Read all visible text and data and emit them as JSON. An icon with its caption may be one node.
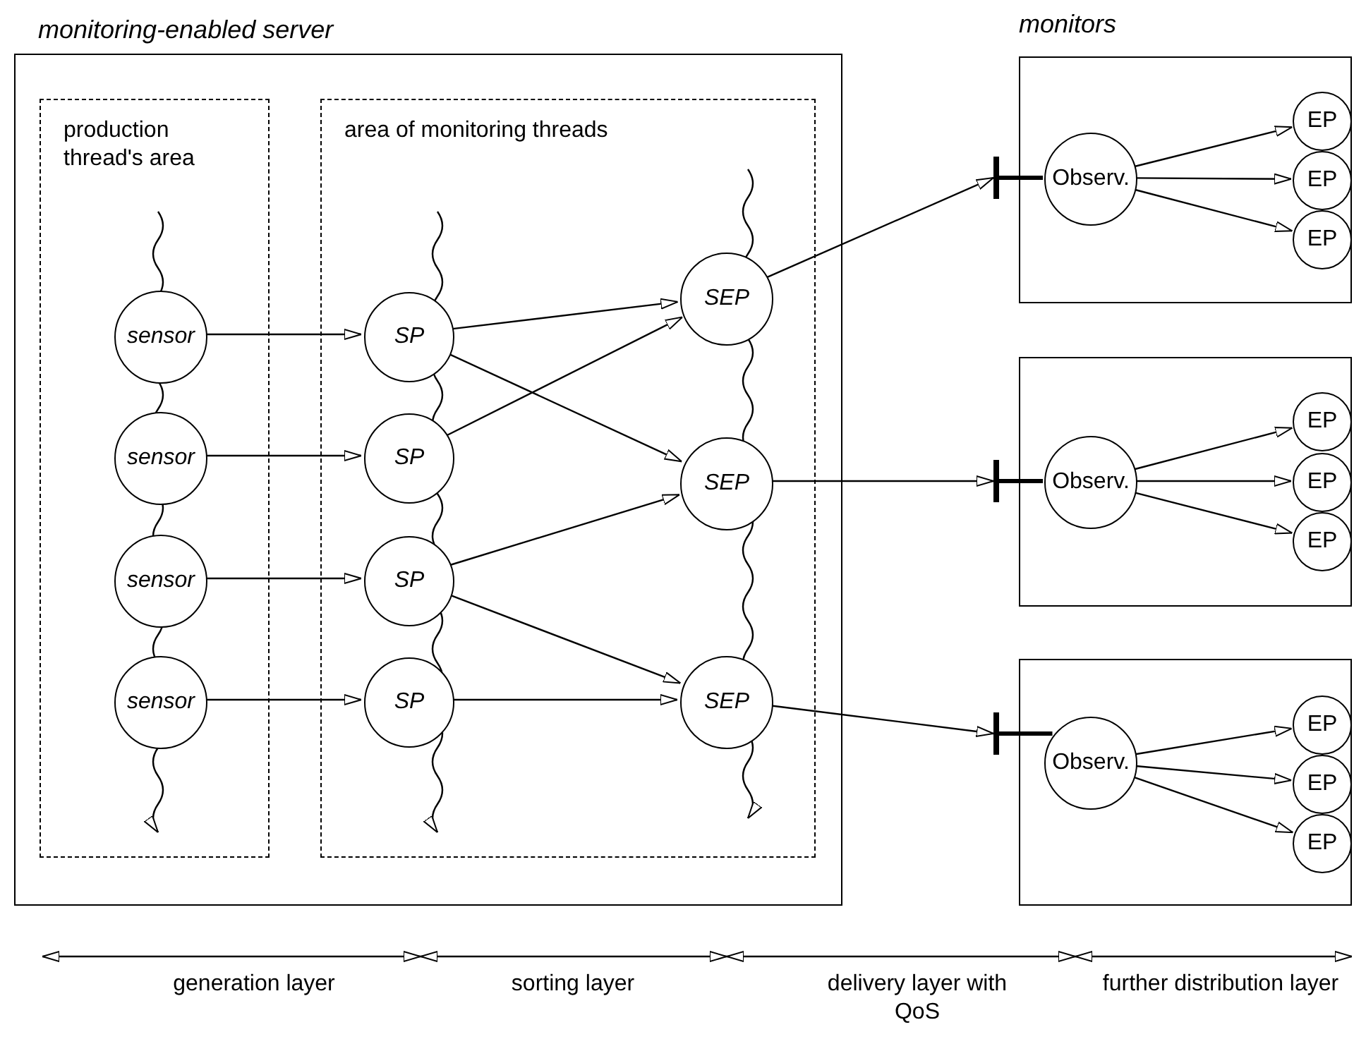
{
  "diagram": {
    "nodes": [
      {
        "text": [
          "monitoring-enabled server"
        ]
      },
      {
        "text": [
          "production thread's area"
        ],
        "in": 0
      },
      {
        "text": [
          "area of monitoring threads"
        ],
        "in": 0
      },
      {
        "text": [
          "sensor"
        ],
        "in": 1
      },
      {
        "text": [
          "sensor"
        ],
        "in": 1
      },
      {
        "text": [
          "sensor"
        ],
        "in": 1
      },
      {
        "text": [
          "sensor"
        ],
        "in": 1
      },
      {
        "text": [
          "SP"
        ],
        "in": 2
      },
      {
        "text": [
          "SP"
        ],
        "in": 2
      },
      {
        "text": [
          "SP"
        ],
        "in": 2
      },
      {
        "text": [
          "SP"
        ],
        "in": 2
      },
      {
        "text": [
          "SEP"
        ],
        "in": 2
      },
      {
        "text": [
          "SEP"
        ],
        "in": 2
      },
      {
        "text": [
          "SEP"
        ],
        "in": 2
      },
      {
        "text": [],
        "shape": "bar"
      },
      {
        "text": [],
        "shape": "box"
      },
      {
        "text": [
          "Observ."
        ],
        "in": 15
      },
      {
        "text": [
          "EP"
        ],
        "in": 15
      },
      {
        "text": [
          "EP"
        ],
        "in": 15
      },
      {
        "text": [
          "EP"
        ],
        "in": 15
      },
      {
        "text": [],
        "shape": "bar"
      },
      {
        "text": [],
        "shape": "box"
      },
      {
        "text": [
          "Observ."
        ],
        "in": 21
      },
      {
        "text": [
          "EP"
        ],
        "in": 21
      },
      {
        "text": [
          "EP"
        ],
        "in": 21
      },
      {
        "text": [
          "EP"
        ],
        "in": 21
      },
      {
        "text": [],
        "shape": "bar"
      },
      {
        "text": [],
        "shape": "box"
      },
      {
        "text": [
          "Observ."
        ],
        "in": 27
      },
      {
        "text": [
          "EP"
        ],
        "in": 27
      },
      {
        "text": [
          "EP"
        ],
        "in": 27
      },
      {
        "text": [
          "EP"
        ],
        "in": 27
      }
    ],
    "edges": [
      {
        "from": 3,
        "to": 7,
        "arrow": "to"
      },
      {
        "from": 4,
        "to": 8,
        "arrow": "to"
      },
      {
        "from": 5,
        "to": 9,
        "arrow": "to"
      },
      {
        "from": 6,
        "to": 10,
        "arrow": "to"
      },
      {
        "from": 7,
        "to": 11,
        "arrow": "to"
      },
      {
        "from": 7,
        "to": 12,
        "arrow": "to"
      },
      {
        "from": 8,
        "to": 11,
        "arrow": "to"
      },
      {
        "from": 9,
        "to": 12,
        "arrow": "to"
      },
      {
        "from": 9,
        "to": 13,
        "arrow": "to"
      },
      {
        "from": 10,
        "to": 13,
        "arrow": "to"
      },
      {
        "from": 11,
        "to": 14,
        "arrow": "to"
      },
      {
        "from": 14,
        "to": 16,
        "arrow": "none",
        "style": "thick"
      },
      {
        "from": 16,
        "to": 17,
        "arrow": "to"
      },
      {
        "from": 16,
        "to": 18,
        "arrow": "to"
      },
      {
        "from": 16,
        "to": 19,
        "arrow": "to"
      },
      {
        "from": 12,
        "to": 20,
        "arrow": "to"
      },
      {
        "from": 20,
        "to": 22,
        "arrow": "none",
        "style": "thick"
      },
      {
        "from": 22,
        "to": 23,
        "arrow": "to"
      },
      {
        "from": 22,
        "to": 24,
        "arrow": "to"
      },
      {
        "from": 22,
        "to": 25,
        "arrow": "to"
      },
      {
        "from": 13,
        "to": 26,
        "arrow": "to"
      },
      {
        "from": 26,
        "to": 28,
        "arrow": "none",
        "style": "thick"
      },
      {
        "from": 28,
        "to": 29,
        "arrow": "to"
      },
      {
        "from": 28,
        "to": 30,
        "arrow": "to"
      },
      {
        "from": 28,
        "to": 31,
        "arrow": "to"
      }
    ],
    "labels": [
      "monitors",
      "generation layer",
      "sorting layer",
      "delivery layer with QoS",
      "further distribution layer"
    ]
  }
}
